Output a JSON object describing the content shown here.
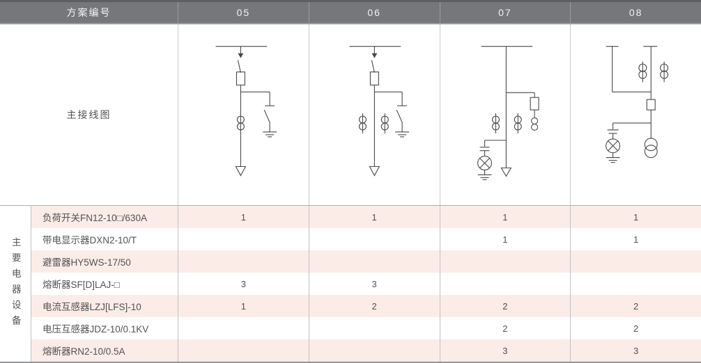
{
  "header": {
    "scheme_col_label": "方案编号",
    "schemes": [
      "05",
      "06",
      "07",
      "08"
    ]
  },
  "diagram_section": {
    "row_label": "主接线图",
    "diagram_icons": [
      "wiring-diagram-05",
      "wiring-diagram-06",
      "wiring-diagram-07",
      "wiring-diagram-08"
    ]
  },
  "equipment_section": {
    "group_label": "主要电器设备",
    "rows": [
      {
        "name": "负荷开关FN12-10□/630A",
        "values": [
          "1",
          "1",
          "1",
          "1"
        ]
      },
      {
        "name": "带电显示器DXN2-10/T",
        "values": [
          "",
          "",
          "1",
          "1"
        ]
      },
      {
        "name": "避雷器HY5WS-17/50",
        "values": [
          "",
          "",
          "",
          ""
        ]
      },
      {
        "name": "熔断器SF[D]LAJ-□",
        "values": [
          "3",
          "3",
          "",
          ""
        ]
      },
      {
        "name": "电流互感器LZJ[LFS]-10",
        "values": [
          "1",
          "2",
          "2",
          "2"
        ]
      },
      {
        "name": "电压互感器JDZ-10/0.1KV",
        "values": [
          "",
          "",
          "2",
          "2"
        ]
      },
      {
        "name": "熔断器RN2-10/0.5A",
        "values": [
          "",
          "",
          "3",
          "3"
        ]
      }
    ]
  },
  "colors": {
    "header_bg": "#76777B",
    "header_text": "#F3F3F4",
    "row_pink": "#FCECE8",
    "body_text": "#515254",
    "grid_line": "#BFC1C3",
    "diagram_stroke": "#46474A"
  }
}
